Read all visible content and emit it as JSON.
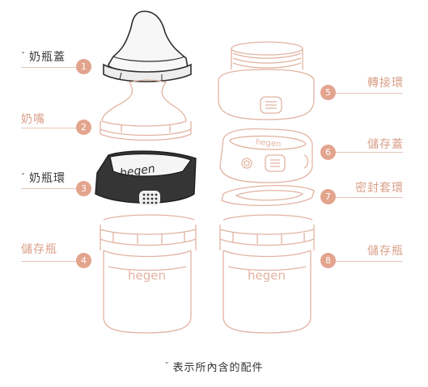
{
  "included_mark": "ˇ",
  "brand": "hegen",
  "left_parts": [
    {
      "number": "1",
      "label": "奶瓶蓋",
      "included": true
    },
    {
      "number": "2",
      "label": "奶嘴",
      "included": false
    },
    {
      "number": "3",
      "label": "奶瓶環",
      "included": true
    },
    {
      "number": "4",
      "label": "儲存瓶",
      "included": false
    }
  ],
  "right_parts": [
    {
      "number": "5",
      "label": "轉接環",
      "included": false
    },
    {
      "number": "6",
      "label": "儲存蓋",
      "included": false
    },
    {
      "number": "7",
      "label": "密封套環",
      "included": false
    },
    {
      "number": "8",
      "label": "儲存瓶",
      "included": false
    }
  ],
  "legend": "表示所內含的配件",
  "colors": {
    "included_text": "#3a3a3a",
    "excluded_text": "#d9a08a",
    "badge": "#e3a48d",
    "outline": "#e2b3a2",
    "dark_part": "#2e2e2e"
  }
}
